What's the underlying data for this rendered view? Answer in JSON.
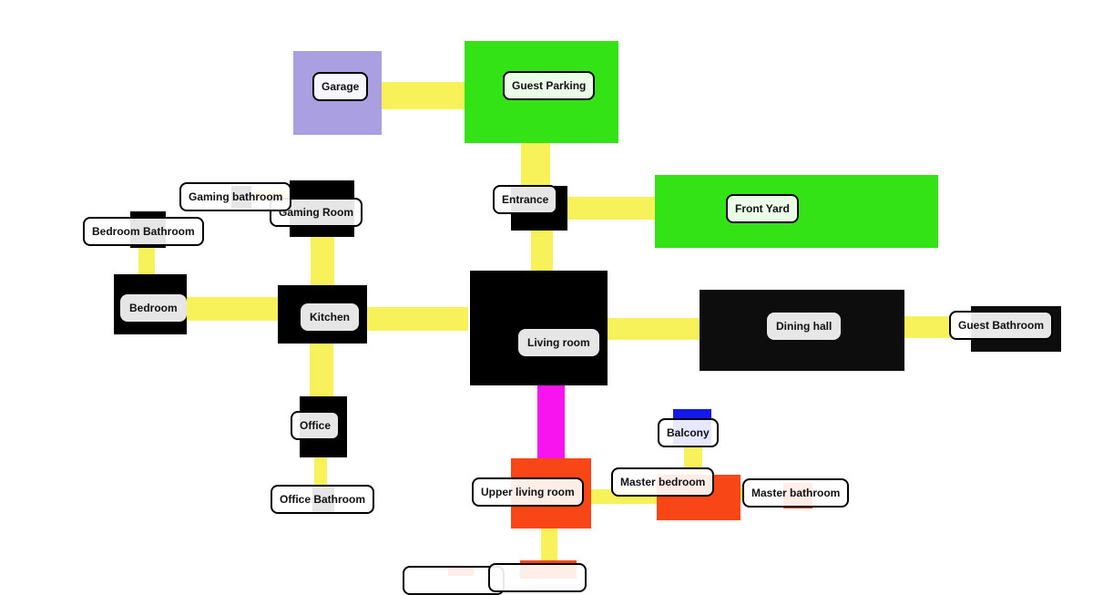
{
  "diagram": {
    "type": "floor-plan-graph",
    "colors": {
      "dark_room": "#000000",
      "dining": "#0d0d0d",
      "garage": "#aa9fe0",
      "outdoor_green": "#33e315",
      "upper_orange": "#f84617",
      "balcony_blue": "#1219e8",
      "connector_yellow": "#f7f259",
      "stairs_magenta": "#f714ee",
      "label_bg": "#ffffff",
      "label_text": "#111111"
    },
    "rooms": [
      {
        "id": "garage",
        "label": "Garage",
        "color": "#aa9fe0"
      },
      {
        "id": "guest-parking",
        "label": "Guest Parking",
        "color": "#33e315"
      },
      {
        "id": "entrance",
        "label": "Entrance",
        "color": "#000000"
      },
      {
        "id": "front-yard",
        "label": "Front Yard",
        "color": "#33e315"
      },
      {
        "id": "gaming-bathroom",
        "label": "Gaming bathroom",
        "color": "#000000"
      },
      {
        "id": "gaming-room",
        "label": "Gaming Room",
        "color": "#000000"
      },
      {
        "id": "bedroom-bathroom",
        "label": "Bedroom Bathroom",
        "color": "#000000"
      },
      {
        "id": "bedroom",
        "label": "Bedroom",
        "color": "#000000"
      },
      {
        "id": "kitchen",
        "label": "Kitchen",
        "color": "#000000"
      },
      {
        "id": "living-room",
        "label": "Living room",
        "color": "#000000"
      },
      {
        "id": "dining-hall",
        "label": "Dining hall",
        "color": "#0d0d0d"
      },
      {
        "id": "guest-bathroom",
        "label": "Guest Bathroom",
        "color": "#0d0d0d"
      },
      {
        "id": "office",
        "label": "Office",
        "color": "#000000"
      },
      {
        "id": "office-bathroom",
        "label": "Office Bathroom",
        "color": "#000000"
      },
      {
        "id": "balcony",
        "label": "Balcony",
        "color": "#1219e8"
      },
      {
        "id": "upper-living-room",
        "label": "Upper living room",
        "color": "#f84617"
      },
      {
        "id": "master-bedroom",
        "label": "Master bedroom",
        "color": "#f84617"
      },
      {
        "id": "master-bathroom",
        "label": "Master bathroom",
        "color": "#f84617"
      },
      {
        "id": "lower-left-room",
        "label": "",
        "color": "#f84617"
      },
      {
        "id": "lower-room",
        "label": "",
        "color": "#f84617"
      }
    ],
    "connections": [
      {
        "from": "garage",
        "to": "guest-parking",
        "color": "#f7f259"
      },
      {
        "from": "guest-parking",
        "to": "entrance",
        "color": "#f7f259"
      },
      {
        "from": "entrance",
        "to": "front-yard",
        "color": "#f7f259"
      },
      {
        "from": "entrance",
        "to": "living-room",
        "color": "#f7f259"
      },
      {
        "from": "gaming-bathroom",
        "to": "gaming-room",
        "color": "#f7f259"
      },
      {
        "from": "gaming-room",
        "to": "kitchen",
        "color": "#f7f259"
      },
      {
        "from": "bedroom-bathroom",
        "to": "bedroom",
        "color": "#f7f259"
      },
      {
        "from": "bedroom",
        "to": "kitchen",
        "color": "#f7f259"
      },
      {
        "from": "kitchen",
        "to": "living-room",
        "color": "#f7f259"
      },
      {
        "from": "kitchen",
        "to": "office",
        "color": "#f7f259"
      },
      {
        "from": "office",
        "to": "office-bathroom",
        "color": "#f7f259"
      },
      {
        "from": "living-room",
        "to": "dining-hall",
        "color": "#f7f259"
      },
      {
        "from": "dining-hall",
        "to": "guest-bathroom",
        "color": "#f7f259"
      },
      {
        "from": "living-room",
        "to": "upper-living-room",
        "color": "#f714ee"
      },
      {
        "from": "upper-living-room",
        "to": "master-bedroom",
        "color": "#f7f259"
      },
      {
        "from": "master-bedroom",
        "to": "balcony",
        "color": "#f7f259"
      },
      {
        "from": "master-bedroom",
        "to": "master-bathroom",
        "color": "#f7f259"
      },
      {
        "from": "upper-living-room",
        "to": "lower-room",
        "color": "#f7f259"
      }
    ]
  }
}
